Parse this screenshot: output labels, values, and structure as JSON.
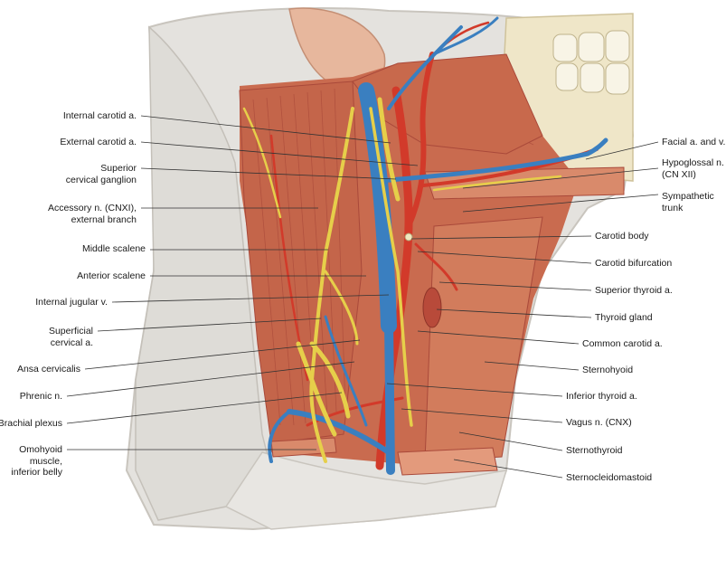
{
  "labels_left": [
    {
      "id": "internal-carotid-artery",
      "lines": [
        "Internal carotid a."
      ]
    },
    {
      "id": "external-carotid-artery",
      "lines": [
        "External carotid a."
      ]
    },
    {
      "id": "superior-cervical-ganglion",
      "lines": [
        "Superior",
        "cervical ganglion"
      ]
    },
    {
      "id": "accessory-nerve",
      "lines": [
        "Accessory n. (CNXI),",
        "external branch"
      ]
    },
    {
      "id": "middle-scalene",
      "lines": [
        "Middle scalene"
      ]
    },
    {
      "id": "anterior-scalene",
      "lines": [
        "Anterior scalene"
      ]
    },
    {
      "id": "internal-jugular-vein",
      "lines": [
        "Internal jugular v."
      ]
    },
    {
      "id": "superficial-cervical-artery",
      "lines": [
        "Superficial",
        "cervical a."
      ]
    },
    {
      "id": "ansa-cervicalis",
      "lines": [
        "Ansa cervicalis"
      ]
    },
    {
      "id": "phrenic-nerve",
      "lines": [
        "Phrenic n."
      ]
    },
    {
      "id": "brachial-plexus",
      "lines": [
        "Brachial plexus"
      ]
    },
    {
      "id": "omohyoid-muscle",
      "lines": [
        "Omohyoid",
        "muscle,",
        "inferior belly"
      ]
    }
  ],
  "labels_right": [
    {
      "id": "facial-artery-vein",
      "lines": [
        "Facial a. and v."
      ]
    },
    {
      "id": "hypoglossal-nerve",
      "lines": [
        "Hypoglossal n.",
        "(CN XII)"
      ]
    },
    {
      "id": "sympathetic-trunk",
      "lines": [
        "Sympathetic",
        "trunk"
      ]
    },
    {
      "id": "carotid-body",
      "lines": [
        "Carotid body"
      ]
    },
    {
      "id": "carotid-bifurcation",
      "lines": [
        "Carotid bifurcation"
      ]
    },
    {
      "id": "superior-thyroid-artery",
      "lines": [
        "Superior thyroid a."
      ]
    },
    {
      "id": "thyroid-gland",
      "lines": [
        "Thyroid gland"
      ]
    },
    {
      "id": "common-carotid-artery",
      "lines": [
        "Common carotid a."
      ]
    },
    {
      "id": "sternohyoid",
      "lines": [
        "Sternohyoid"
      ]
    },
    {
      "id": "inferior-thyroid-artery",
      "lines": [
        "Inferior thyroid a."
      ]
    },
    {
      "id": "vagus-nerve",
      "lines": [
        "Vagus n. (CNX)"
      ]
    },
    {
      "id": "sternothyroid",
      "lines": [
        "Sternothyroid"
      ]
    },
    {
      "id": "sternocleidomastoid",
      "lines": [
        "Sternocleidomastoid"
      ]
    }
  ],
  "colors": {
    "muscle": "#c96b4f",
    "muscle_dark": "#a9493a",
    "muscle_light": "#e39a7c",
    "fascia": "#e4e2de",
    "fascia_shadow": "#c9c5be",
    "artery": "#d23a2a",
    "vein": "#3a7fc0",
    "nerve": "#e6cf4a",
    "bone": "#efe6c8",
    "leader": "#333333"
  }
}
